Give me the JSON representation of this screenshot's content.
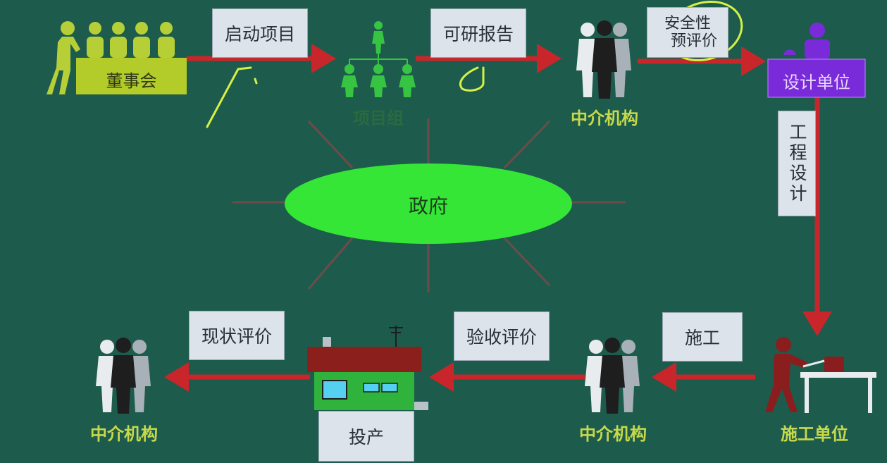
{
  "diagram": {
    "nodes": {
      "board": "董事会",
      "project_team": "项目组",
      "agency_top": "中介机构",
      "design_unit": "设计单位",
      "construction_unit": "施工单位",
      "agency_bottom_mid": "中介机构",
      "production": "投产",
      "agency_bottom_left": "中介机构",
      "government": "政府"
    },
    "steps": {
      "launch_project": "启动项目",
      "feasibility_report": "可研报告",
      "safety_pre_eval_line1": "安全性",
      "safety_pre_eval_line2": "预评价",
      "engineering_design": "工程设计",
      "construction": "施工",
      "acceptance_eval": "验收评价",
      "status_eval": "现状评价"
    }
  },
  "colors": {
    "background": "#1d5c4c",
    "arrow": "#c8262a",
    "board": "#b4cc2a",
    "board_figure": "#b7cf37",
    "project_team": "#37c442",
    "government": "#36e636",
    "design_unit": "#7a2bd9",
    "construction_worker": "#8a1e1e",
    "house_roof": "#8b1f1c",
    "house_wall": "#2fb33c",
    "label_yellow": "#c7d94a",
    "annotation": "#d6f046"
  }
}
